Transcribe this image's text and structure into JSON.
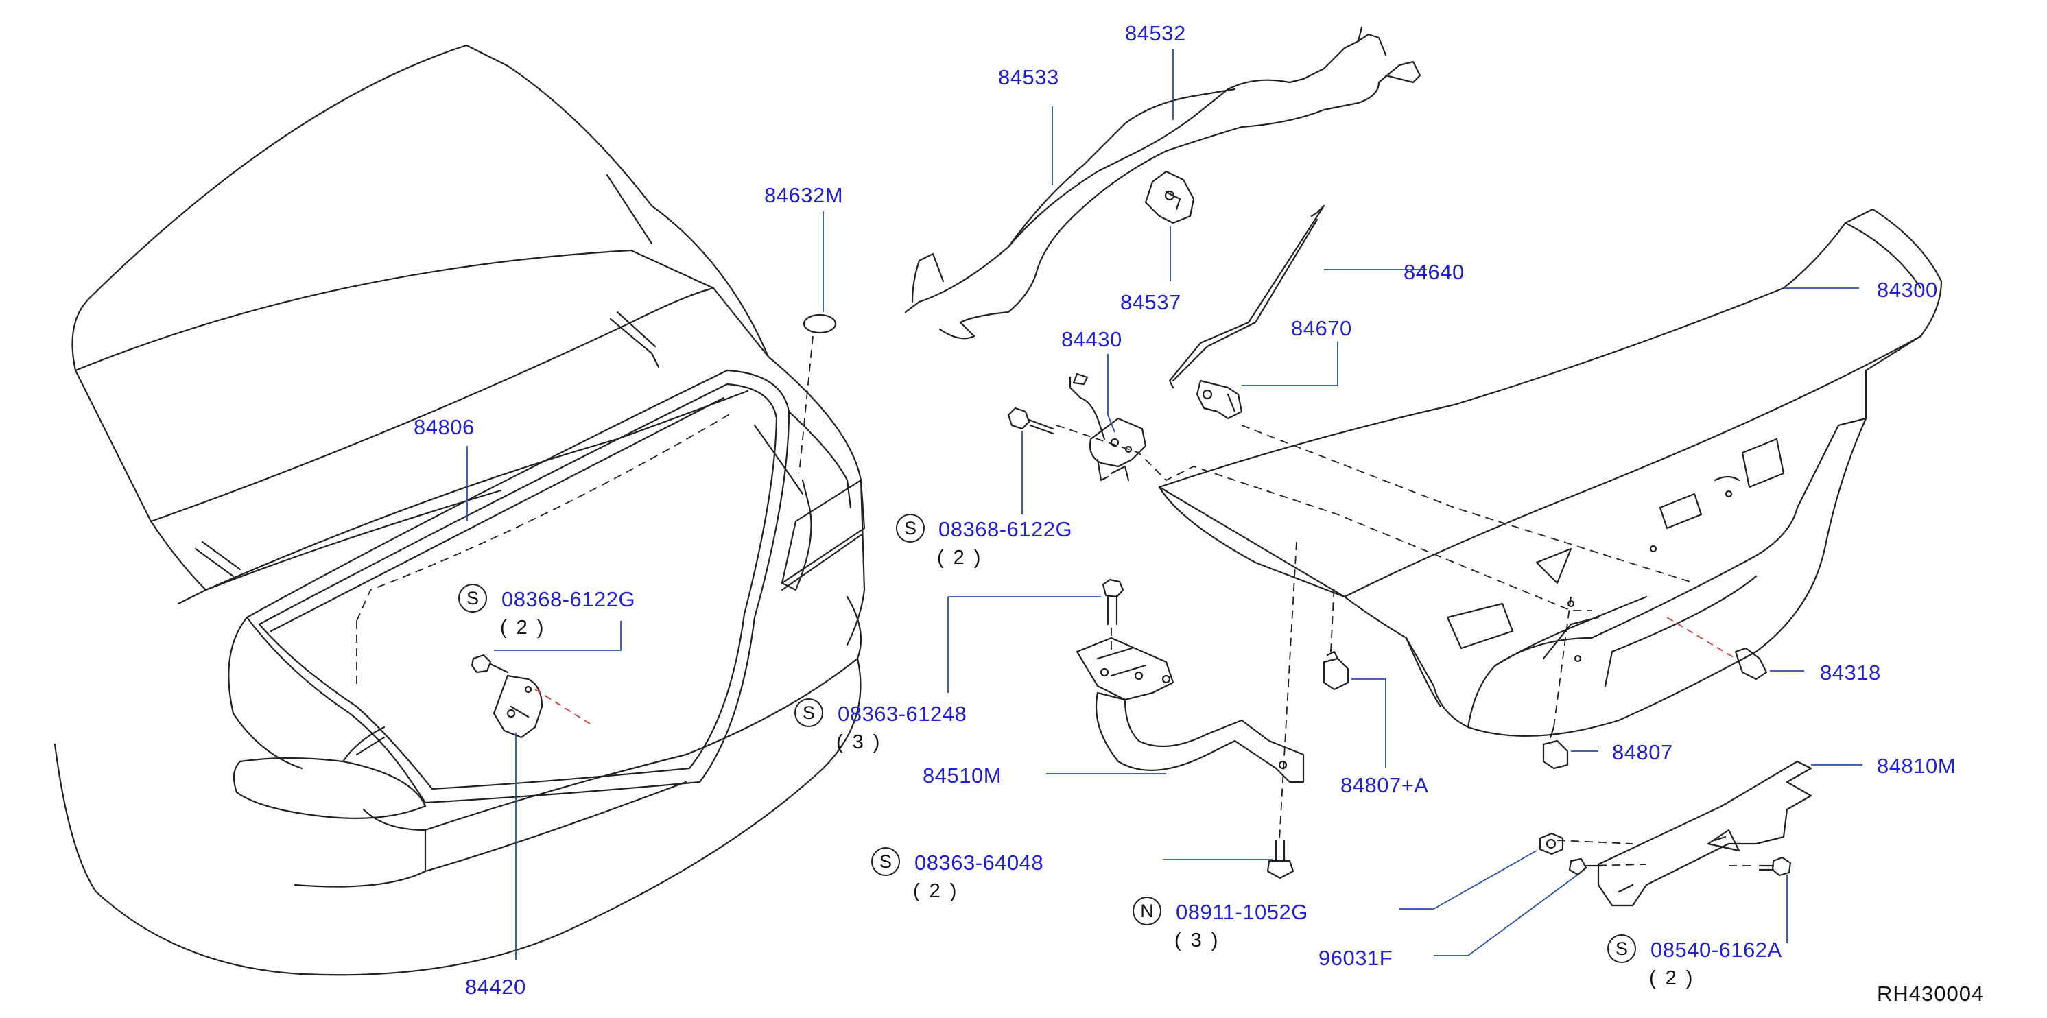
{
  "diagram": {
    "ref_code": "RH430004",
    "parts": [
      {
        "id": "p84532",
        "number": "84532"
      },
      {
        "id": "p84533",
        "number": "84533"
      },
      {
        "id": "p84632m",
        "number": "84632M"
      },
      {
        "id": "p84537",
        "number": "84537"
      },
      {
        "id": "p84640",
        "number": "84640"
      },
      {
        "id": "p84300",
        "number": "84300"
      },
      {
        "id": "p84670",
        "number": "84670"
      },
      {
        "id": "p84430",
        "number": "84430"
      },
      {
        "id": "p84806",
        "number": "84806"
      },
      {
        "id": "p84318",
        "number": "84318"
      },
      {
        "id": "p84807",
        "number": "84807"
      },
      {
        "id": "p84810m",
        "number": "84810M"
      },
      {
        "id": "p84510m",
        "number": "84510M"
      },
      {
        "id": "p84807a",
        "number": "84807+A"
      },
      {
        "id": "p96031f",
        "number": "96031F"
      },
      {
        "id": "p84420",
        "number": "84420"
      }
    ],
    "fasteners": [
      {
        "id": "f1",
        "prefix": "S",
        "number": "08368-6122G",
        "qty": "(2)"
      },
      {
        "id": "f2",
        "prefix": "S",
        "number": "08368-6122G",
        "qty": "(2)"
      },
      {
        "id": "f3",
        "prefix": "S",
        "number": "08363-61248",
        "qty": "(3)"
      },
      {
        "id": "f4",
        "prefix": "S",
        "number": "08363-64048",
        "qty": "(2)"
      },
      {
        "id": "f5",
        "prefix": "N",
        "number": "08911-1052G",
        "qty": "(3)"
      },
      {
        "id": "f6",
        "prefix": "S",
        "number": "08540-6162A",
        "qty": "(2)"
      }
    ]
  },
  "colors": {
    "label": "#1f1fd6",
    "leader": "#2b4fa8",
    "linework": "#222222",
    "hidden_line": "#222222",
    "red_dash": "#d43a3a"
  }
}
